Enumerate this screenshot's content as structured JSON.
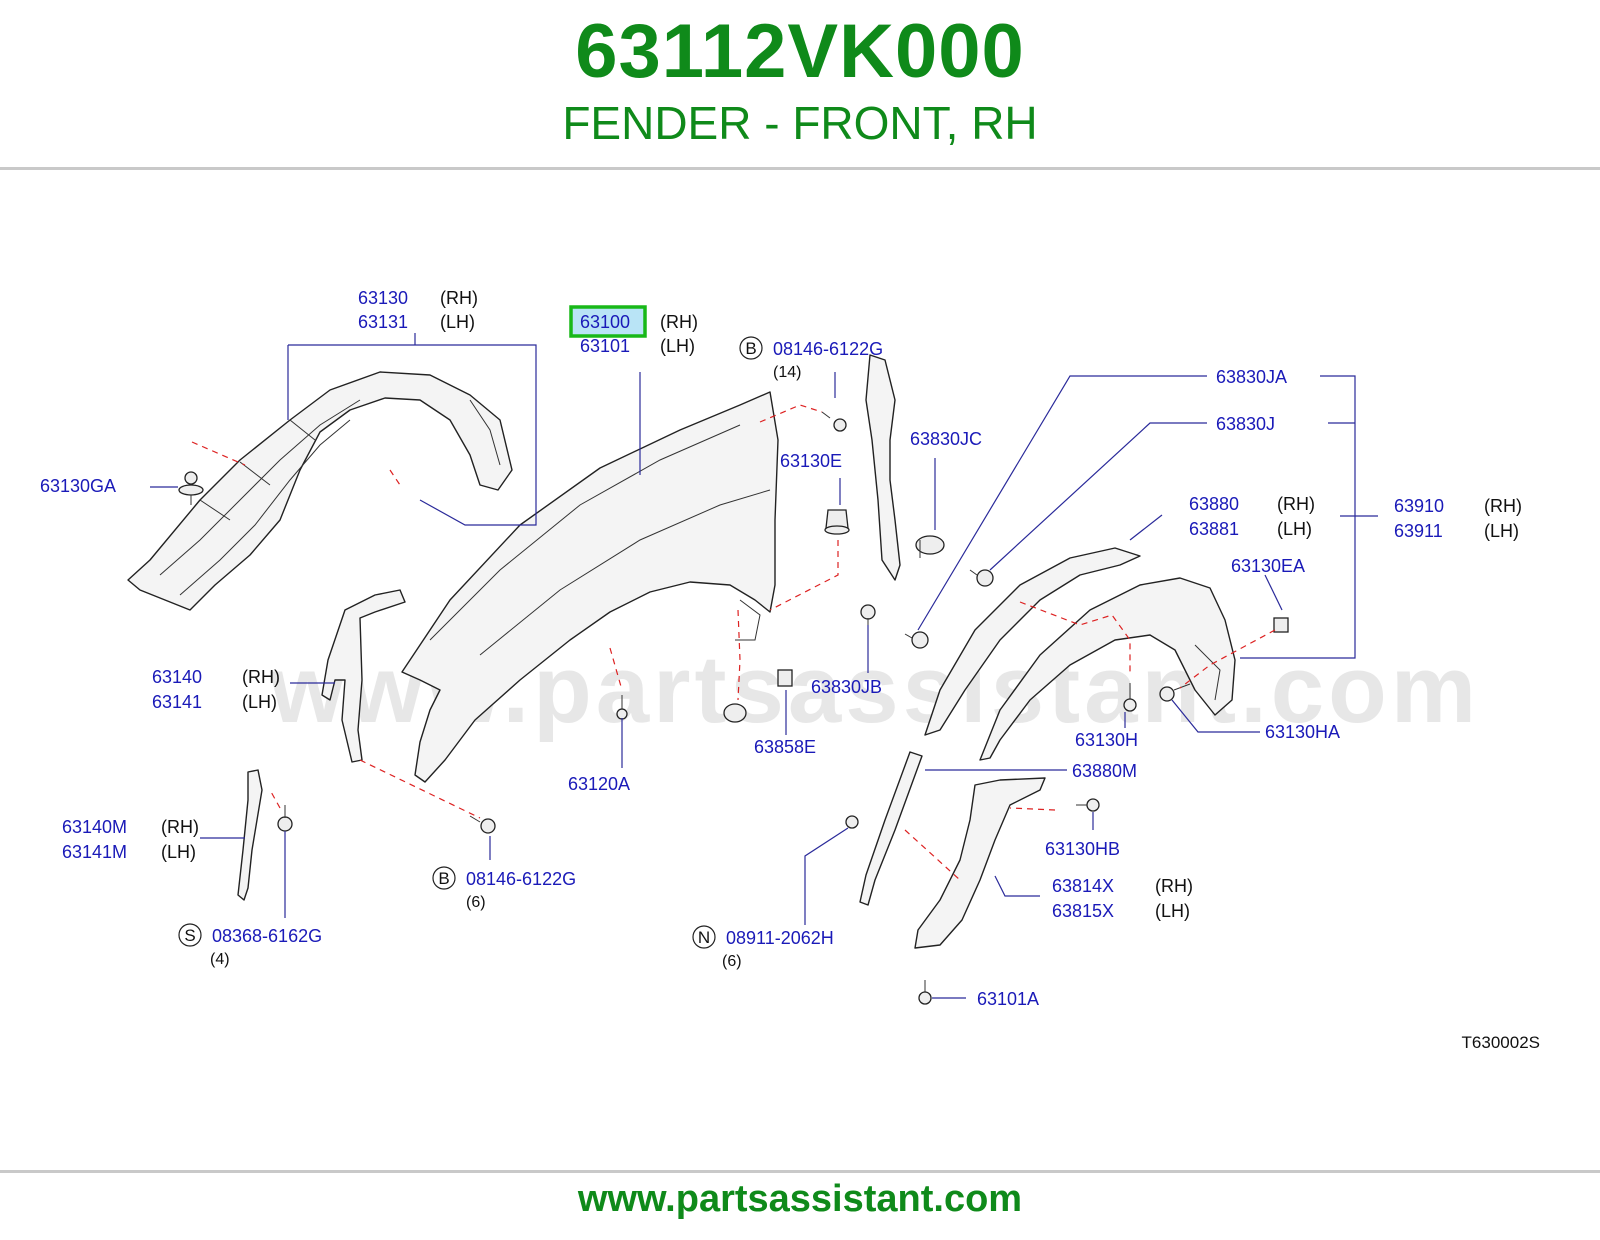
{
  "header": {
    "part_number": "63112VK000",
    "part_name": "FENDER - FRONT, RH"
  },
  "callouts": {
    "c63130": {
      "number": "63130",
      "side": "(RH)"
    },
    "c63131": {
      "number": "63131",
      "side": "(LH)"
    },
    "c63100": {
      "number": "63100",
      "side": "(RH)",
      "highlighted": true
    },
    "c63101": {
      "number": "63101",
      "side": "(LH)"
    },
    "c08146_top": {
      "letter": "B",
      "number": "08146-6122G",
      "qty": "(14)"
    },
    "c63830JA": {
      "number": "63830JA"
    },
    "c63830J": {
      "number": "63830J"
    },
    "c63830JC": {
      "number": "63830JC"
    },
    "c63130E": {
      "number": "63130E"
    },
    "c63130GA": {
      "number": "63130GA"
    },
    "c63880": {
      "number": "63880",
      "side": "(RH)"
    },
    "c63881": {
      "number": "63881",
      "side": "(LH)"
    },
    "c63910": {
      "number": "63910",
      "side": "(RH)"
    },
    "c63911": {
      "number": "63911",
      "side": "(LH)"
    },
    "c63130EA": {
      "number": "63130EA"
    },
    "c63140": {
      "number": "63140",
      "side": "(RH)"
    },
    "c63141": {
      "number": "63141",
      "side": "(LH)"
    },
    "c63830JB": {
      "number": "63830JB"
    },
    "c63130H": {
      "number": "63130H"
    },
    "c63130HA": {
      "number": "63130HA"
    },
    "c63120A": {
      "number": "63120A"
    },
    "c63858E": {
      "number": "63858E"
    },
    "c63880M": {
      "number": "63880M"
    },
    "c63140M": {
      "number": "63140M",
      "side": "(RH)"
    },
    "c63141M": {
      "number": "63141M",
      "side": "(LH)"
    },
    "c63130HB": {
      "number": "63130HB"
    },
    "c08146_bottom": {
      "letter": "B",
      "number": "08146-6122G",
      "qty": "(6)"
    },
    "c63814X": {
      "number": "63814X",
      "side": "(RH)"
    },
    "c63815X": {
      "number": "63815X",
      "side": "(LH)"
    },
    "c08368": {
      "letter": "S",
      "number": "08368-6162G",
      "qty": "(4)"
    },
    "c08911": {
      "letter": "N",
      "number": "08911-2062H",
      "qty": "(6)"
    },
    "c63101A": {
      "number": "63101A"
    }
  },
  "diagram_ref": "T630002S",
  "watermark": "www.partsassistant.com",
  "footer": {
    "url": "www.partsassistant.com"
  },
  "colors": {
    "title_green": "#0f8a1a",
    "callout_blue": "#1a1ab8",
    "highlight_green": "#18b818",
    "highlight_fill": "#b9e4f6",
    "dash_red": "#d22222"
  }
}
